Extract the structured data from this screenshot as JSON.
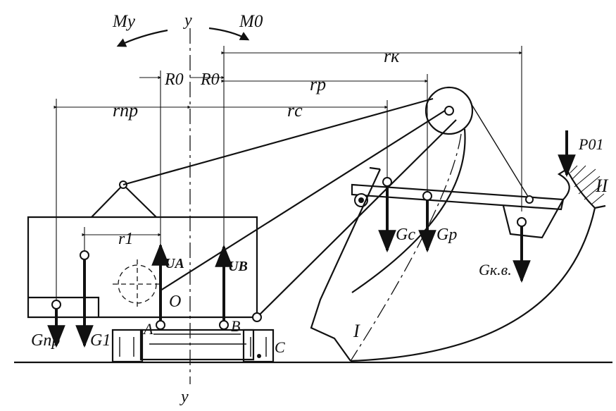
{
  "moments": {
    "my": "My",
    "m0": "M0"
  },
  "axis": {
    "top": "y",
    "bottom": "y"
  },
  "dimensions": {
    "r_k": "rк",
    "r_p": "rр",
    "r_c": "rс",
    "r_pr": "rпр",
    "r_1": "r1",
    "r0_left": "R0",
    "r0_right": "R0"
  },
  "forces": {
    "g_pr": "Gпр",
    "g_1": "G1",
    "g_c": "Gс",
    "g_p": "Gр",
    "g_kv": "Gк.в.",
    "p01": "P01",
    "u_a": "UA",
    "u_b": "UB"
  },
  "points": {
    "o": "O",
    "a": "A",
    "b": "B",
    "c": "C"
  },
  "positions": {
    "i": "I",
    "ii": "II"
  }
}
